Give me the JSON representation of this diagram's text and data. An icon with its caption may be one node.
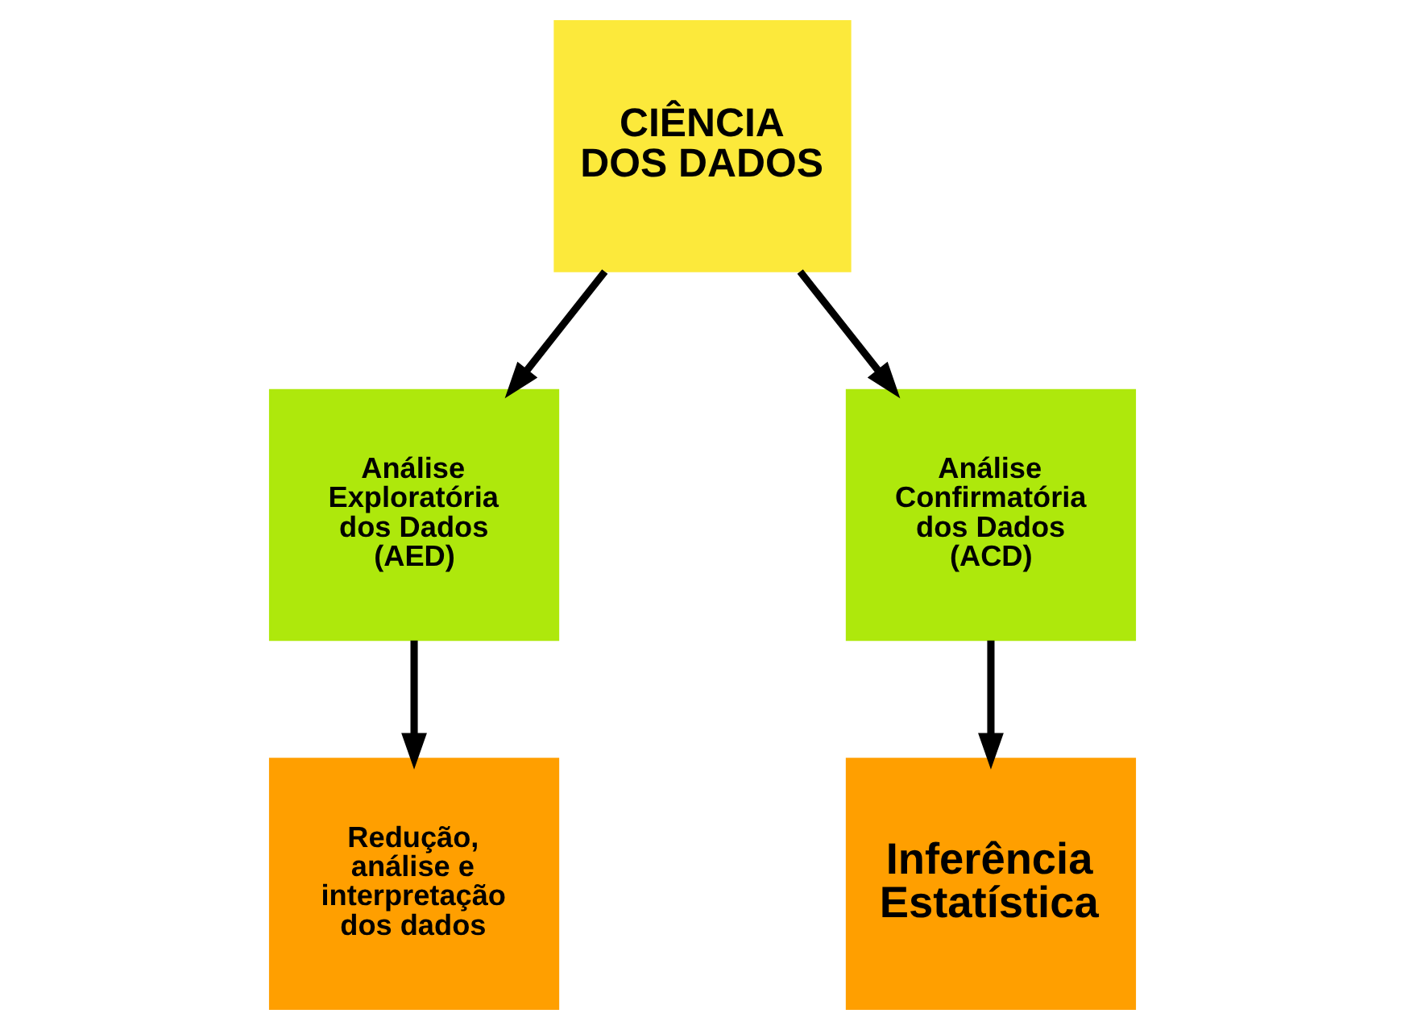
{
  "diagram": {
    "nodes": [
      {
        "text": [
          "CIÊNCIA DOS DADOS"
        ]
      },
      {
        "text": [
          "Análise Exploratória dos Dados (AED)"
        ]
      },
      {
        "text": [
          "Análise Confirmatória dos Dados (ACD)"
        ]
      },
      {
        "text": [
          "Redução, análise e interpretação dos dados"
        ]
      },
      {
        "text": [
          "Inferência Estatística"
        ]
      }
    ],
    "edges": [
      {
        "from": 0,
        "to": 1,
        "arrow": "to"
      },
      {
        "from": 0,
        "to": 2,
        "arrow": "to"
      },
      {
        "from": 1,
        "to": 3,
        "arrow": "to"
      },
      {
        "from": 2,
        "to": 4,
        "arrow": "to"
      }
    ]
  }
}
